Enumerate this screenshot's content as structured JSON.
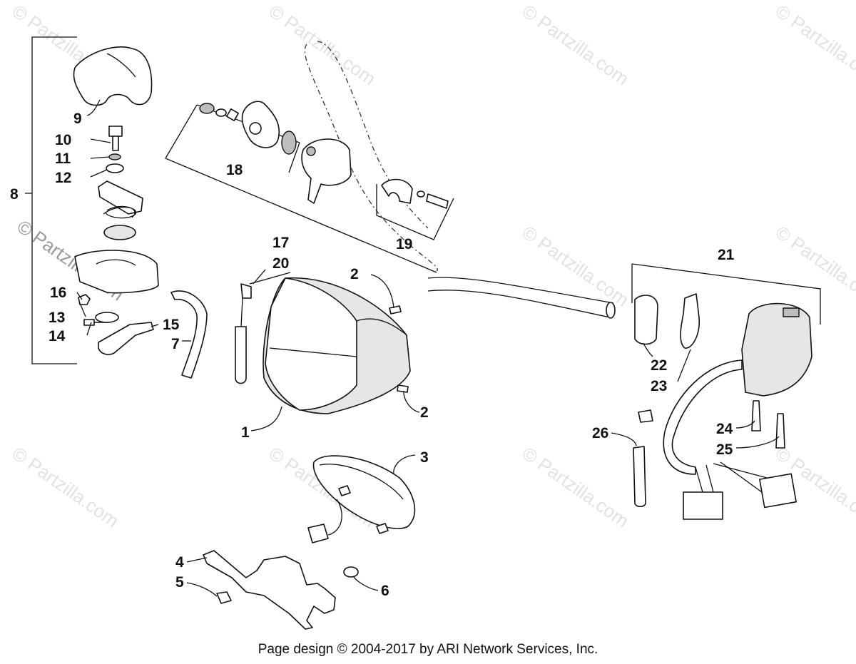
{
  "watermark": "© Partzilla.com",
  "footer": "Page design © 2004-2017 by ARI Network Services, Inc.",
  "callouts": {
    "c1": "1",
    "c2a": "2",
    "c2b": "2",
    "c3": "3",
    "c4": "4",
    "c5": "5",
    "c6": "6",
    "c7": "7",
    "c8": "8",
    "c9": "9",
    "c10": "10",
    "c11": "11",
    "c12": "12",
    "c13": "13",
    "c14": "14",
    "c15": "15",
    "c16": "16",
    "c17": "17",
    "c18": "18",
    "c19": "19",
    "c20": "20",
    "c21": "21",
    "c22": "22",
    "c23": "23",
    "c24": "24",
    "c25": "25",
    "c26": "26"
  }
}
